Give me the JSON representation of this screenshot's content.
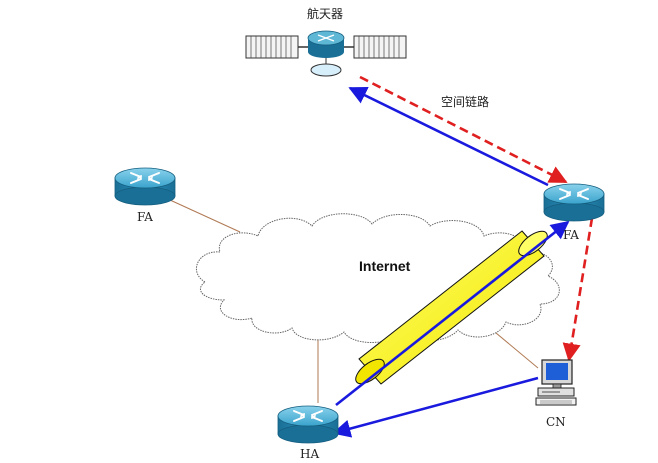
{
  "labels": {
    "satellite": "航天器",
    "space_link": "空间链路",
    "internet": "Internet",
    "fa_left": "FA",
    "fa_right": "FA",
    "ha": "HA",
    "cn": "CN"
  },
  "colors": {
    "router_top": "#5fb7d6",
    "router_side": "#1d7fa8",
    "blue_arrow": "#1a1adf",
    "red_dash": "#e02020",
    "tunnel_fill": "#ffff33",
    "brown_link": "#b07a55",
    "cloud_stroke": "#666666"
  },
  "icons": [
    "router-icon",
    "satellite-icon",
    "computer-icon",
    "cloud-shape"
  ]
}
